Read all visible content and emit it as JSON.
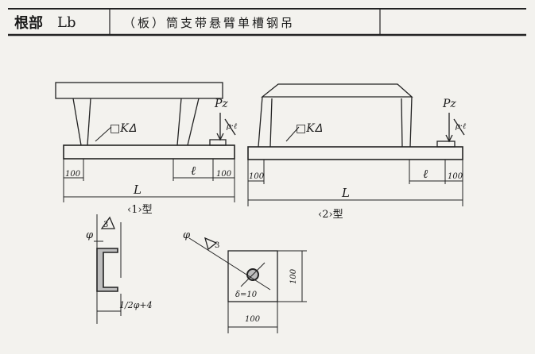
{
  "header": {
    "root": "根部",
    "root_code": "Lb",
    "title": "（板）筒支带悬臂单槽钢吊"
  },
  "drawing1": {
    "load_label": "Pz",
    "load_angle": "ρ·ℓ",
    "section_symbol": "□Kᐃ",
    "dim_left": "100",
    "dim_right": "100",
    "dim_cantilever": "ℓ",
    "dim_total": "L",
    "caption": "‹1›型"
  },
  "drawing2": {
    "load_label": "Pz",
    "load_angle": "ρ·ℓ",
    "section_symbol": "□Kᐃ",
    "dim_left": "100",
    "dim_right": "100",
    "dim_cantilever": "ℓ",
    "dim_total": "L",
    "caption": "‹2›型"
  },
  "detail_channel": {
    "phi": "φ",
    "weld_size": "3",
    "dim_bottom": "1/2φ+4"
  },
  "detail_plate": {
    "phi": "φ",
    "weld_size": "3",
    "thickness": "δ=10",
    "dim_height": "100",
    "dim_width": "100"
  }
}
